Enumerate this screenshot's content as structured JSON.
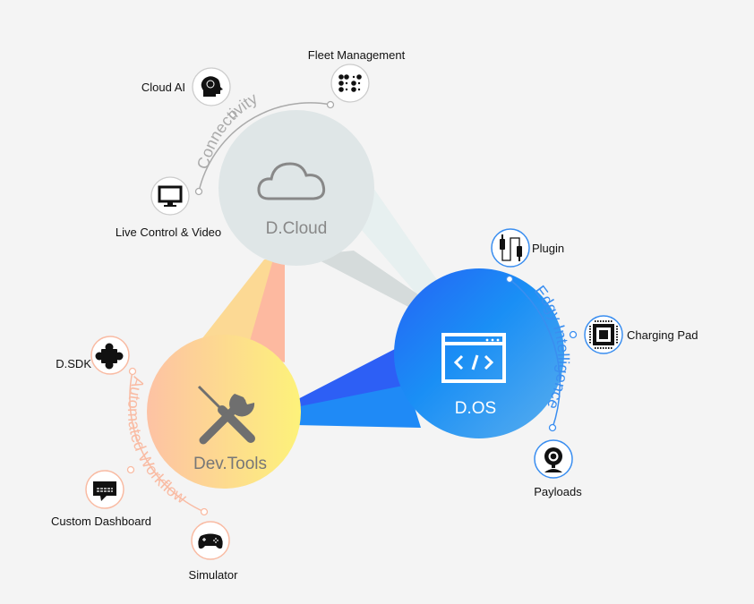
{
  "hubs": {
    "cloud": {
      "title": "D.Cloud",
      "arc_label": "Connectivity",
      "color": "#dfe6e7",
      "text_color": "#888888",
      "accent": "#a9a9a9"
    },
    "os": {
      "title": "D.OS",
      "arc_label": "Edgy Intelligence",
      "color_start": "#2f6af5",
      "color_end": "#4fa9f0",
      "text_color": "#ffffff",
      "accent": "#3a8ef0"
    },
    "tools": {
      "title": "Dev.Tools",
      "arc_label": "Automated Workflow",
      "color_start": "#fdc4a3",
      "color_end": "#fdf07a",
      "text_color": "#777777",
      "accent": "#f9bba3"
    }
  },
  "nodes": {
    "cloud_ai": {
      "label": "Cloud AI",
      "icon": "brain-head-icon"
    },
    "fleet_management": {
      "label": "Fleet Management",
      "icon": "dots-grid-icon"
    },
    "live_control": {
      "label": "Live Control & Video",
      "icon": "monitor-icon"
    },
    "plugin": {
      "label": "Plugin",
      "icon": "cable-plug-icon"
    },
    "charging_pad": {
      "label": "Charging Pad",
      "icon": "chip-icon"
    },
    "payloads": {
      "label": "Payloads",
      "icon": "webcam-icon"
    },
    "dsdk": {
      "label": "D.SDK",
      "icon": "puzzle-icon"
    },
    "custom_dashboard": {
      "label": "Custom Dashboard",
      "icon": "chat-dashboard-icon"
    },
    "simulator": {
      "label": "Simulator",
      "icon": "gamepad-icon"
    }
  }
}
